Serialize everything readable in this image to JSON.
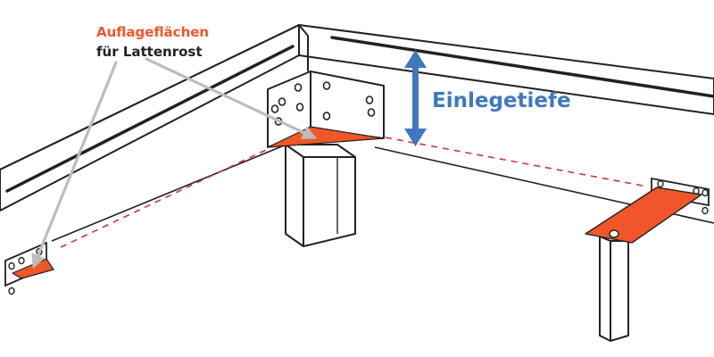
{
  "labels": {
    "support_surfaces_line1": "Auflageflächen",
    "support_surfaces_line2": "für Lattenrost",
    "insertion_depth": "Einlegetiefe"
  },
  "colors": {
    "accent_orange": "#f0562a",
    "accent_blue": "#3f78bf",
    "line_dark": "#222222",
    "pointer_gray": "#bdbdbd",
    "dashed_red": "#d6332c"
  }
}
